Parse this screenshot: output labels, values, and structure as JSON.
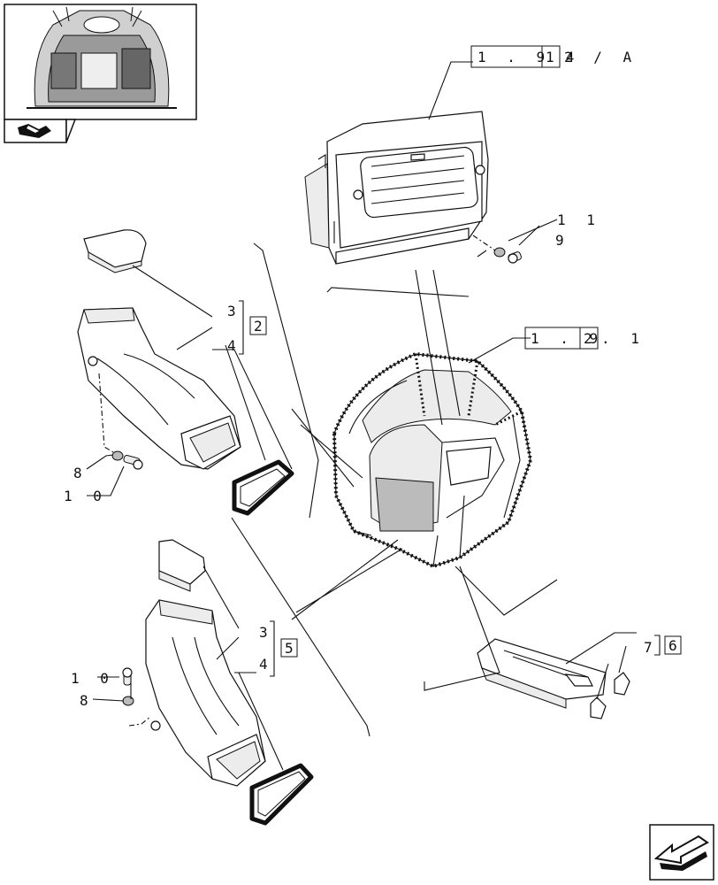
{
  "refs": {
    "top_ref": {
      "prefix": "1 . 9 4",
      "boxed": "1",
      "suffix": "2 / A"
    },
    "frame_ref": {
      "prefix": "1 . 9",
      "boxed": "2",
      "suffix": ". 1"
    }
  },
  "callouts": {
    "upper_duct": {
      "a": "3",
      "b": "4",
      "group": "2"
    },
    "lower_duct": {
      "a": "3",
      "b": "4",
      "group": "5"
    },
    "floor_duct": {
      "a": "7",
      "group": "6"
    },
    "washer_top": "8",
    "bolt_top": "1 0",
    "bolt_low": "1 0",
    "washer_low": "8",
    "top_washer": "1 1",
    "top_bolt": "9"
  },
  "colors": {
    "line": "#111111",
    "background": "#ffffff"
  }
}
